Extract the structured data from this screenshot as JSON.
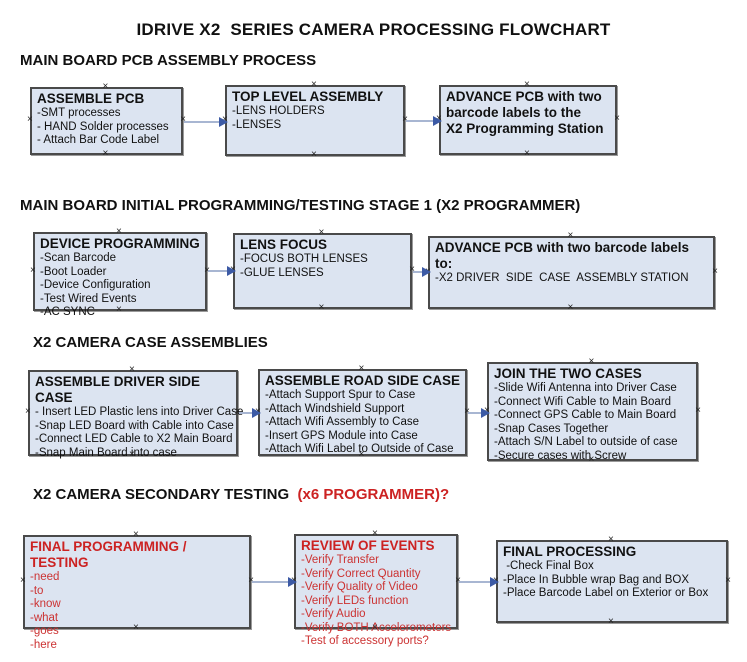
{
  "page_title": "IDRIVE X2  SERIES CAMERA PROCESSING FLOWCHART",
  "colors": {
    "box_fill": "#dce4f1",
    "box_border": "#4a4a4a",
    "arrow_line": "#a8b6d2",
    "arrow_head": "#3c5aa5",
    "red_title": "#cc2222",
    "red_body": "#cc3333"
  },
  "sections": [
    {
      "header": "MAIN BOARD PCB ASSEMBLY PROCESS",
      "header_suffix": "",
      "boxes": [
        {
          "title": "ASSEMBLE PCB",
          "lines": [
            "-SMT processes",
            "- HAND Solder processes",
            "- Attach Bar Code Label"
          ]
        },
        {
          "title": "TOP LEVEL ASSEMBLY",
          "lines": [
            "-LENS HOLDERS",
            "-LENSES"
          ]
        },
        {
          "title": "ADVANCE PCB with two\nbarcode labels to the\n X2 Programming Station",
          "lines": []
        }
      ]
    },
    {
      "header": "MAIN BOARD INITIAL PROGRAMMING/TESTING STAGE 1 (X2 PROGRAMMER)",
      "header_suffix": "",
      "boxes": [
        {
          "title": "DEVICE PROGRAMMING",
          "lines": [
            "-Scan Barcode",
            "-Boot Loader",
            "-Device Configuration",
            "-Test Wired Events",
            "-AC SYNC"
          ]
        },
        {
          "title": "LENS FOCUS",
          "lines": [
            "-FOCUS BOTH LENSES",
            "-GLUE LENSES"
          ]
        },
        {
          "title": "ADVANCE PCB with two barcode labels to:",
          "lines": [
            "-X2 DRIVER  SIDE  CASE  ASSEMBLY STATION"
          ]
        }
      ]
    },
    {
      "header": "X2 CAMERA CASE ASSEMBLIES",
      "header_suffix": "",
      "boxes": [
        {
          "title": "ASSEMBLE DRIVER SIDE CASE",
          "lines": [
            "- Insert LED Plastic lens into Driver Case",
            "-Snap LED Board with Cable into Case",
            "-Connect LED Cable to X2 Main Board",
            "-Snap Main Board into case"
          ]
        },
        {
          "title": "ASSEMBLE ROAD SIDE CASE",
          "lines": [
            "-Attach Support Spur to Case",
            "-Attach Windshield Support",
            "-Attach Wifi Assembly to Case",
            "-Insert GPS Module into Case",
            "-Attach Wifi Label to Outside of Case"
          ]
        },
        {
          "title": "JOIN THE TWO CASES",
          "lines": [
            "-Slide Wifi Antenna into Driver Case",
            "-Connect Wifi Cable to Main Board",
            "-Connect GPS Cable to Main Board",
            "-Snap Cases Together",
            "-Attach S/N Label to outside of case",
            "-Secure cases with Screw"
          ]
        }
      ]
    },
    {
      "header": "X2 CAMERA SECONDARY TESTING ",
      "header_suffix": " (x6 PROGRAMMER)?",
      "boxes": [
        {
          "title": "FINAL PROGRAMMING / TESTING",
          "lines": [
            "-need",
            "-to",
            "-know",
            "-what",
            "-goes",
            "-here"
          ]
        },
        {
          "title": "REVIEW OF EVENTS",
          "lines": [
            "-Verify Transfer",
            "-Verify Correct Quantity",
            "-Verify Quality of Video",
            "-Verify LEDs function",
            "-Verify Audio",
            "-Verify BOTH Accelerometers",
            "-Test of accessory ports?"
          ]
        },
        {
          "title": "FINAL PROCESSING",
          "lines": [
            " -Check Final Box",
            "-Place In Bubble wrap Bag and BOX",
            "-Place Barcode Label on Exterior or Box"
          ]
        }
      ]
    }
  ]
}
